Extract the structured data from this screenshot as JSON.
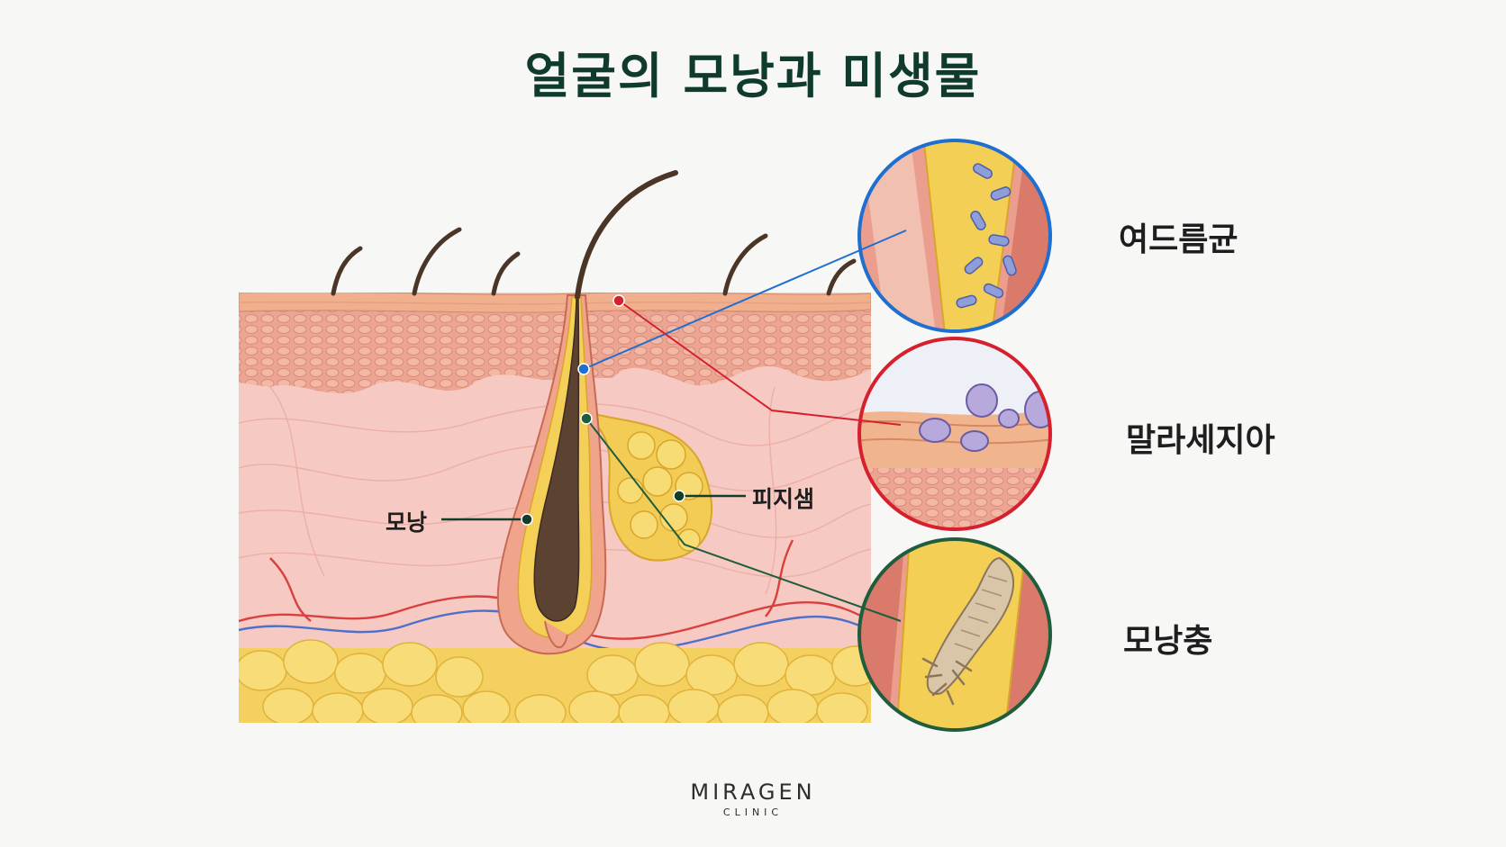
{
  "title": "얼굴의 모낭과 미생물",
  "labels": {
    "follicle": "모낭",
    "sebaceous_gland": "피지샘"
  },
  "callouts": [
    {
      "name": "여드름균",
      "color": "#1e6fd0"
    },
    {
      "name": "말라세지아",
      "color": "#d5202e"
    },
    {
      "name": "모낭충",
      "color": "#1f5d3c"
    }
  ],
  "brand": {
    "name": "MIRAGEN",
    "sub": "CLINIC"
  }
}
